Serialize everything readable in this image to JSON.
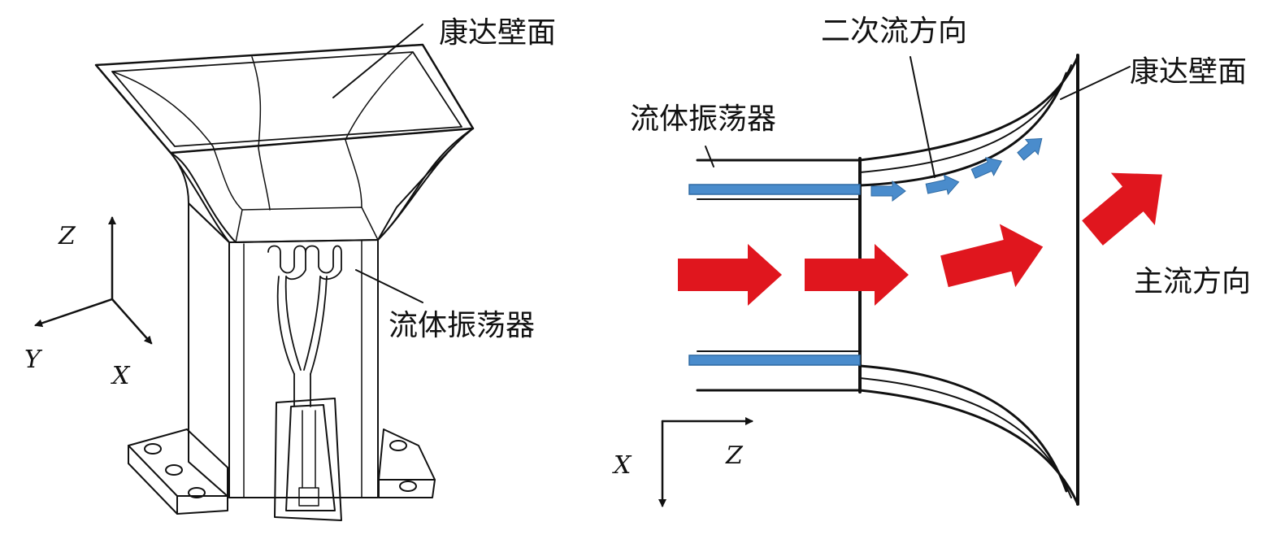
{
  "left_figure": {
    "labels": {
      "conda_wall": "康达壁面",
      "fluidic_oscillator": "流体振荡器"
    },
    "axes": {
      "z": "Z",
      "y": "Y",
      "x": "X"
    }
  },
  "right_figure": {
    "labels": {
      "secondary_flow_direction": "二次流方向",
      "conda_wall": "康达壁面",
      "fluidic_oscillator": "流体振荡器",
      "main_flow_direction": "主流方向"
    },
    "axes": {
      "x": "X",
      "z": "Z"
    }
  },
  "colors": {
    "main_flow_arrow": "#e0161e",
    "secondary_flow_arrow": "#4a8ccc",
    "oscillator_jet": "#4a8ccc",
    "body_fill": "#b7bccb",
    "side_fill": "#e4e6ec"
  }
}
